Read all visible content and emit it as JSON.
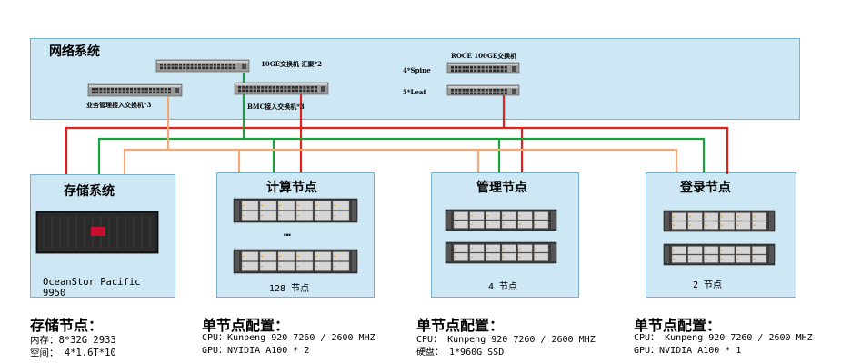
{
  "network": {
    "title": "网络系统",
    "switch_10ge": "10GE交换机 汇聚*2",
    "switch_business": "业务管理接入交换机*3",
    "switch_bmc": "BMC接入交换机*3",
    "roce_title": "ROCE 100GE交换机",
    "spine": "4*Spine",
    "leaf": "5*Leaf"
  },
  "storage": {
    "title": "存储系统",
    "device_line1": "OceanStor Pacific",
    "device_line2": "9950"
  },
  "compute": {
    "title": "计算节点",
    "ellipsis": "…",
    "count": "128 节点"
  },
  "management": {
    "title": "管理节点",
    "count": "4 节点"
  },
  "login": {
    "title": "登录节点",
    "count": "2 节点"
  },
  "specs": {
    "storage": {
      "title": "存储节点：",
      "lines": [
        "内存：8*32G 2933",
        "空间：  4*1.6T*10"
      ]
    },
    "compute": {
      "title": "单节点配置：",
      "lines": [
        "CPU：Kunpeng 920 7260 / 2600 MHZ",
        "GPU：NVIDIA A100 * 2"
      ]
    },
    "management": {
      "title": "单节点配置：",
      "lines": [
        "CPU：  Kunpeng 920 7260 / 2600 MHZ",
        "硬盘：  1*960G SSD"
      ]
    },
    "login": {
      "title": "单节点配置：",
      "lines": [
        "CPU：  Kunpeng 920 7260 / 2600 MHZ",
        "GPU：NVIDIA A100 * 1"
      ]
    }
  },
  "colors": {
    "red": "#e0211c",
    "green": "#1aa03c",
    "orange": "#f3a97a",
    "box": "#cde8f4"
  }
}
